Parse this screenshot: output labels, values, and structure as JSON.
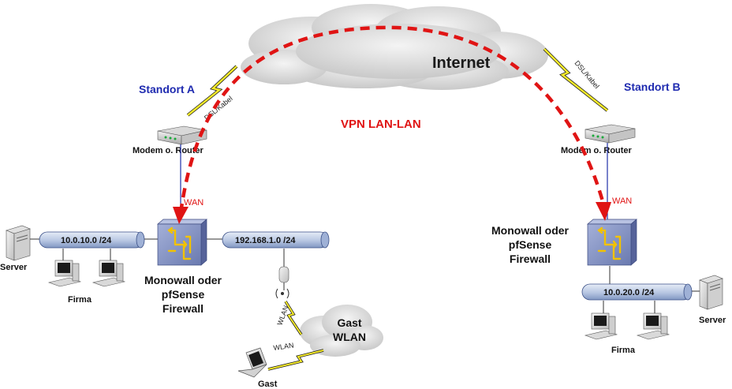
{
  "diagram": {
    "internet_label": "Internet",
    "vpn_label": "VPN LAN-LAN",
    "link_label": "DSL/Kabel",
    "wan_label": "WAN",
    "router_label": "Modem o. Router",
    "firewall_lines": [
      "Monowall oder",
      "pfSense",
      "Firewall"
    ],
    "server_label": "Server",
    "firma_label": "Firma",
    "site_a": {
      "title": "Standort A",
      "lan": "10.0.10.0  /24",
      "guest_lan": "192.168.1.0  /24"
    },
    "site_b": {
      "title": "Standort B",
      "lan": "10.0.20.0  /24"
    },
    "guest": {
      "wlan_label": "WLAN",
      "cloud_lines": [
        "Gast",
        "WLAN"
      ],
      "laptop_label": "Gast"
    },
    "colors": {
      "vpn": "#e01414",
      "site_title": "#1f2bb0",
      "tube": "#b7c6e2",
      "firewall": "#7f8fbf",
      "bolt": "#f5ea2a"
    }
  }
}
